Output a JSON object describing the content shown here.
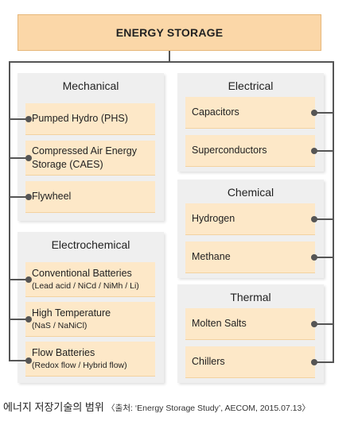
{
  "root": {
    "label": "ENERGY STORAGE"
  },
  "groups": {
    "mechanical": {
      "title": "Mechanical",
      "items": [
        {
          "line1": "Pumped Hydro (PHS)"
        },
        {
          "line1": "Compressed Air Energy",
          "line2": "Storage (CAES)"
        },
        {
          "line1": "Flywheel"
        }
      ]
    },
    "electrochemical": {
      "title": "Electrochemical",
      "items": [
        {
          "line1": "Conventional Batteries",
          "sub": "(Lead acid / NiCd / NiMh / Li)"
        },
        {
          "line1": "High Temperature",
          "sub": "(NaS / NaNiCl)"
        },
        {
          "line1": "Flow Batteries",
          "sub": "(Redox flow / Hybrid flow)"
        }
      ]
    },
    "electrical": {
      "title": "Electrical",
      "items": [
        {
          "line1": "Capacitors"
        },
        {
          "line1": "Superconductors"
        }
      ]
    },
    "chemical": {
      "title": "Chemical",
      "items": [
        {
          "line1": "Hydrogen"
        },
        {
          "line1": "Methane"
        }
      ]
    },
    "thermal": {
      "title": "Thermal",
      "items": [
        {
          "line1": "Molten Salts"
        },
        {
          "line1": "Chillers"
        }
      ]
    }
  },
  "caption": {
    "main": "에너지 저장기술의 범위",
    "source": "〈출처: ‘Energy Storage Study’, AECOM, 2015.07.13〉"
  },
  "colors": {
    "root_fill": "#fbd7a8",
    "item_fill": "#fde8c8",
    "group_fill": "#efefef",
    "connector": "#555555"
  }
}
